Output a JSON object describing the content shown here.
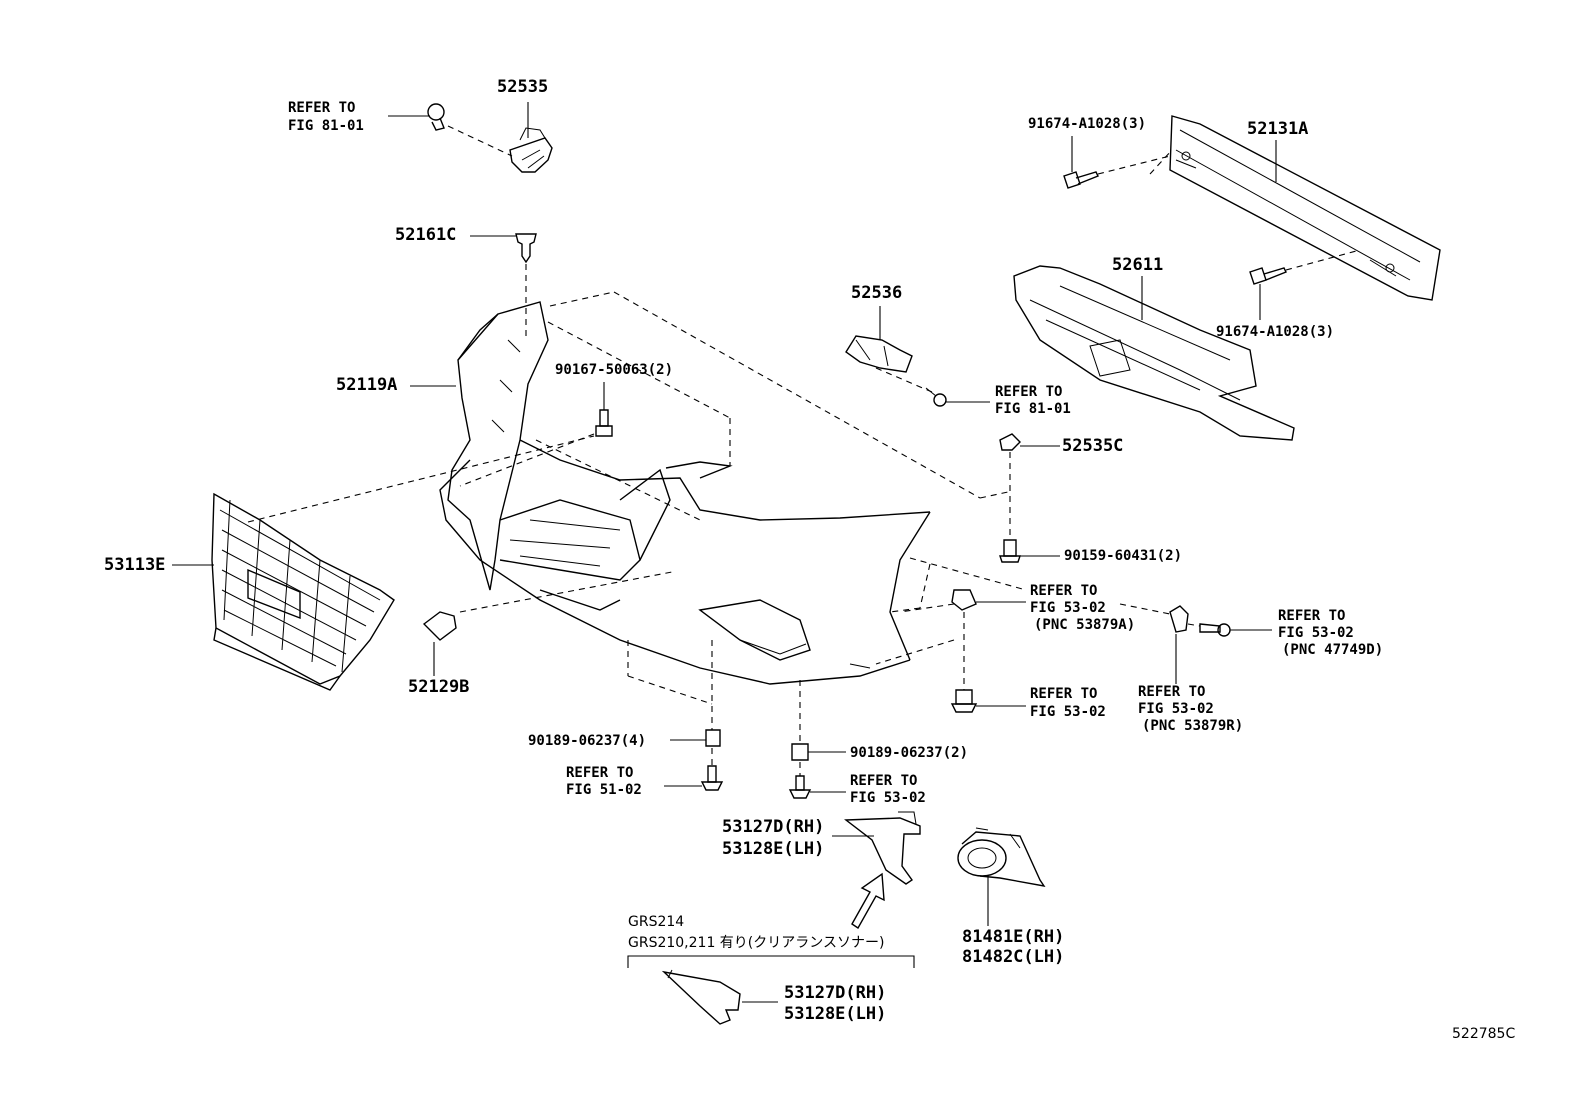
{
  "diagram_id": "522785C",
  "parts": {
    "p52535": "52535",
    "p52161C": "52161C",
    "p52119A": "52119A",
    "p90167": "90167-50063(2)",
    "p53113E": "53113E",
    "p52129B": "52129B",
    "p52536": "52536",
    "p52611": "52611",
    "p52131A": "52131A",
    "p91674_top": "91674-A1028(3)",
    "p91674_bot": "91674-A1028(3)",
    "p52535C": "52535C",
    "p90159": "90159-60431(2)",
    "p90189_4": "90189-06237(4)",
    "p90189_2": "90189-06237(2)",
    "p53127D_a": "53127D(RH)",
    "p53128E_a": "53128E(LH)",
    "p53127D_b": "53127D(RH)",
    "p53128E_b": "53128E(LH)",
    "p81481E": "81481E(RH)",
    "p81482C": "81482C(LH)"
  },
  "refs": {
    "r1_a": "REFER TO",
    "r1_b": "FIG 81-01",
    "r2_a": "REFER TO",
    "r2_b": "FIG 81-01",
    "r3_a": "REFER TO",
    "r3_b": "FIG 53-02",
    "r3_c": "(PNC 53879A)",
    "r4_a": "REFER TO",
    "r4_b": "FIG 53-02",
    "r4_c": "(PNC 47749D)",
    "r5_a": "REFER TO",
    "r5_b": "FIG 53-02",
    "r6_a": "REFER TO",
    "r6_b": "FIG 53-02",
    "r6_c": "(PNC 53879R)",
    "r7_a": "REFER TO",
    "r7_b": "FIG 51-02",
    "r8_a": "REFER TO",
    "r8_b": "FIG 53-02"
  },
  "notes": {
    "model_line1": "GRS214",
    "model_line2": "GRS210,211 有り(クリアランスソナー)"
  }
}
